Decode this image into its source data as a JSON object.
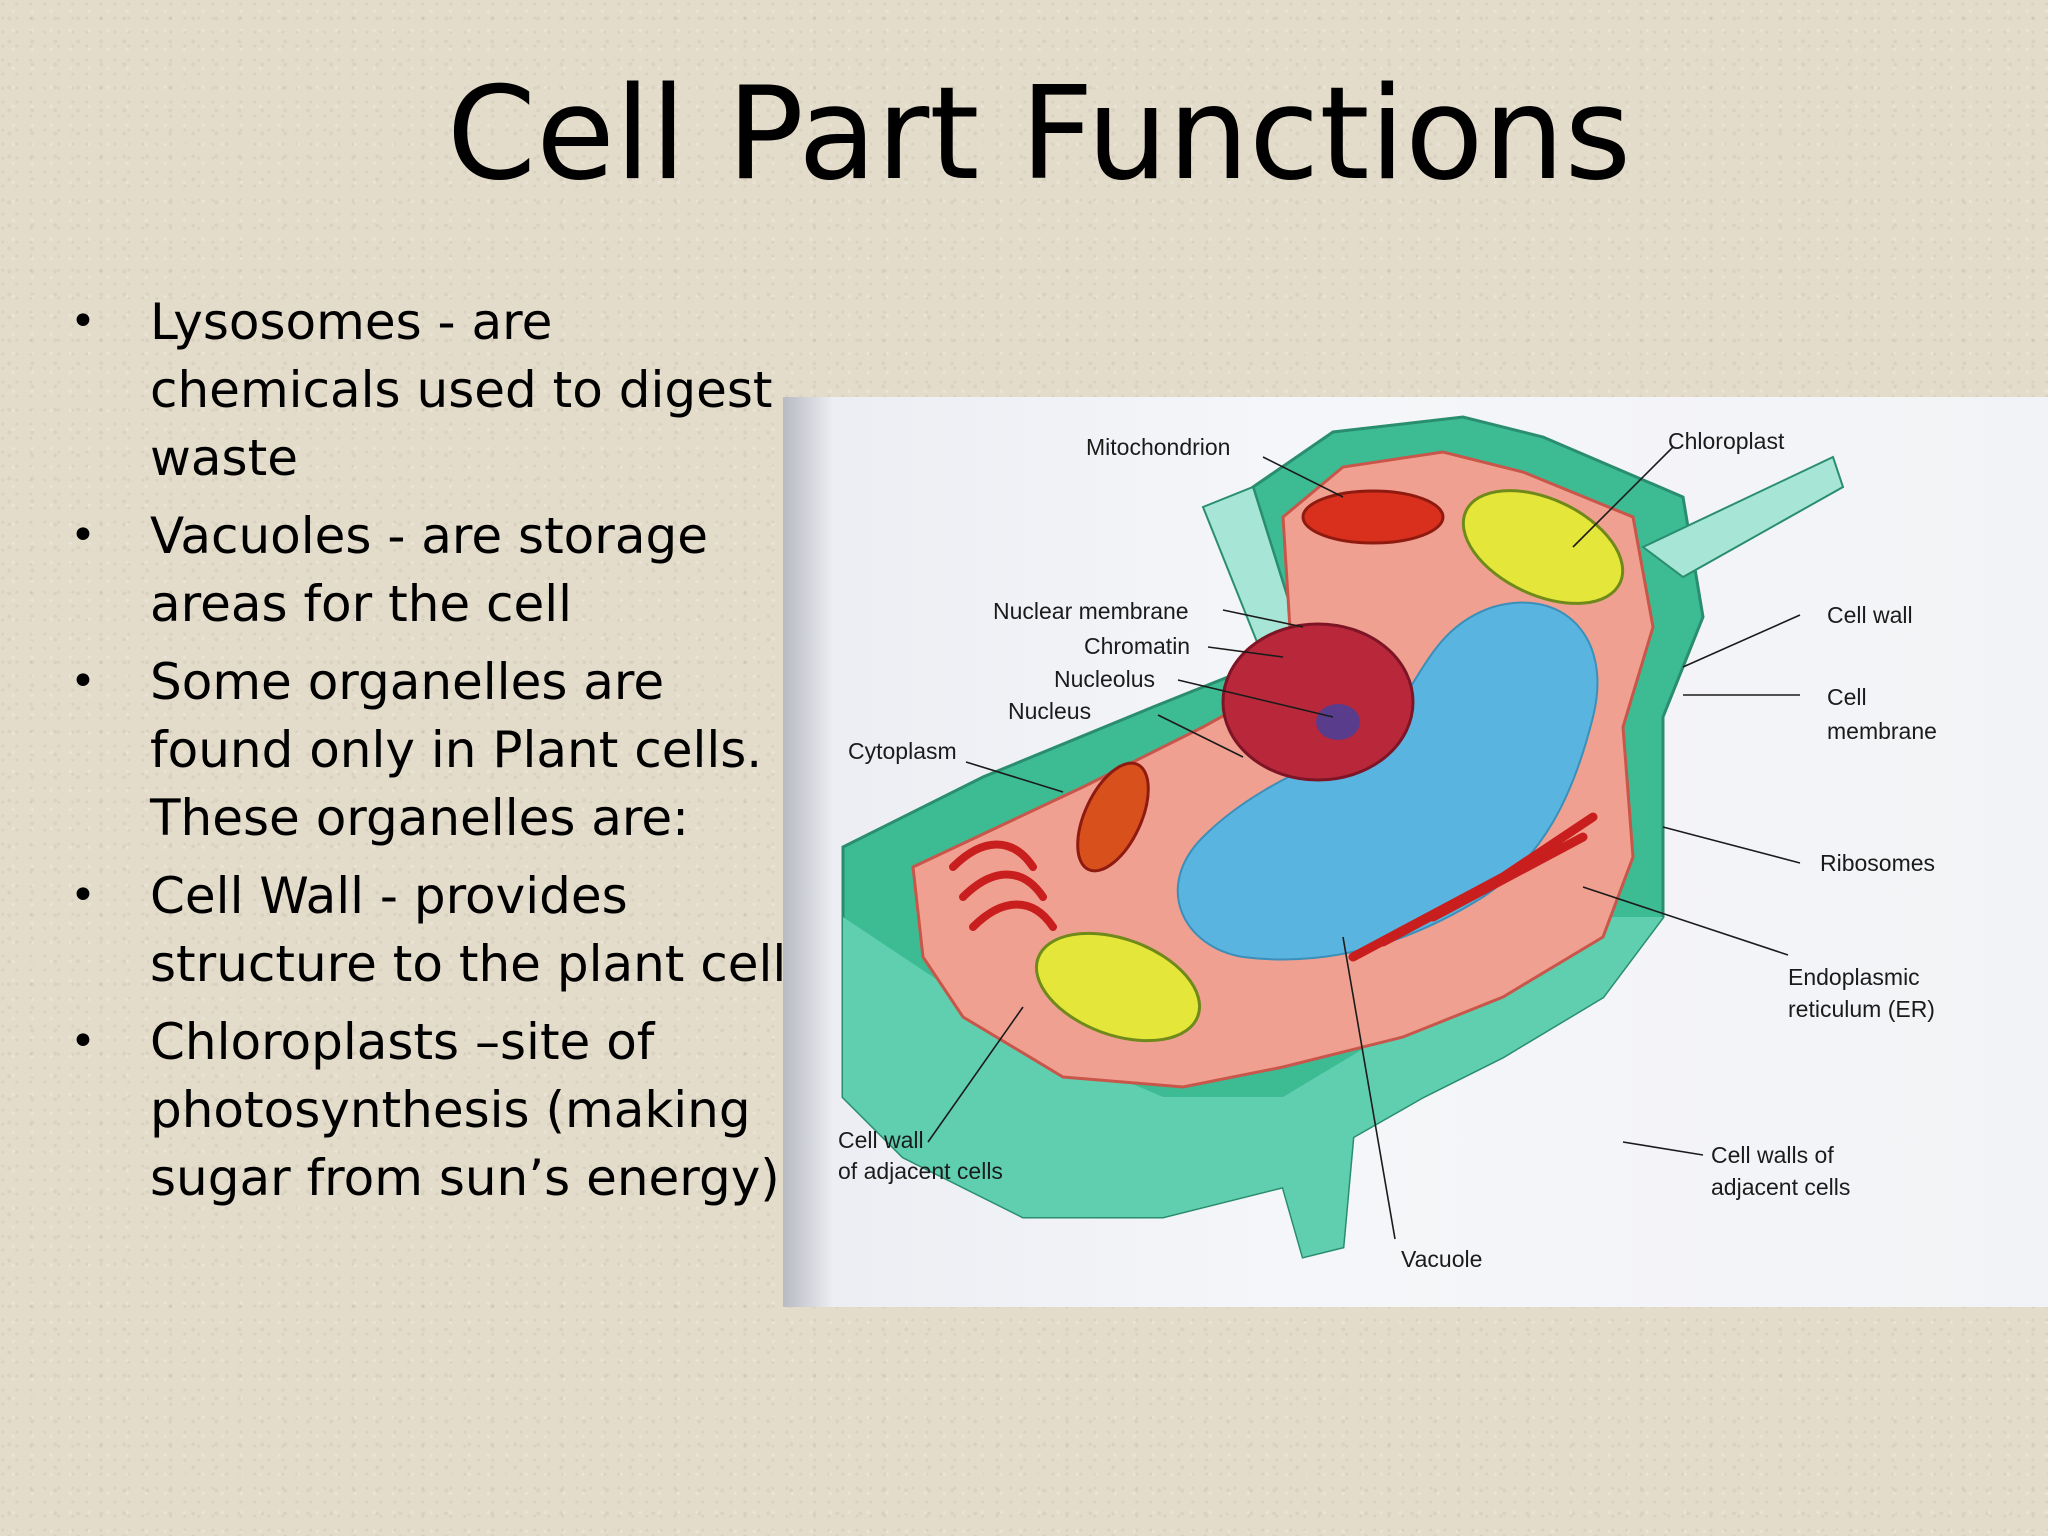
{
  "title": "Cell Part Functions",
  "bullets": [
    "Lysosomes - are chemicals used to digest waste",
    "Vacuoles - are storage areas for the cell",
    "Some organelles are found only in Plant cells.   These organelles are:",
    "Cell Wall - provides structure to the plant cell",
    "Chloroplasts –site of photosynthesis (making sugar from sun’s energy)"
  ],
  "diagram": {
    "labels": {
      "mitochondrion": "Mitochondrion",
      "chloroplast": "Chloroplast",
      "nuclear_membrane": "Nuclear membrane",
      "chromatin": "Chromatin",
      "nucleolus": "Nucleolus",
      "nucleus": "Nucleus",
      "cytoplasm": "Cytoplasm",
      "cell_wall": "Cell wall",
      "cell_membrane_1": "Cell",
      "cell_membrane_2": "membrane",
      "ribosomes": "Ribosomes",
      "er_1": "Endoplasmic",
      "er_2": "reticulum (ER)",
      "cell_wall_adjacent_1": "Cell wall",
      "cell_wall_adjacent_2": "of adjacent cells",
      "cell_walls_adjacent_1": "Cell walls of",
      "cell_walls_adjacent_2": "adjacent cells",
      "vacuole": "Vacuole"
    },
    "colors": {
      "cell_wall": "#3dbb93",
      "cytoplasm": "#f0a090",
      "vacuole": "#5ab4e0",
      "chloroplast": "#e4e63a",
      "mitochondrion": "#d8301c",
      "nucleus": "#b8283a"
    }
  }
}
